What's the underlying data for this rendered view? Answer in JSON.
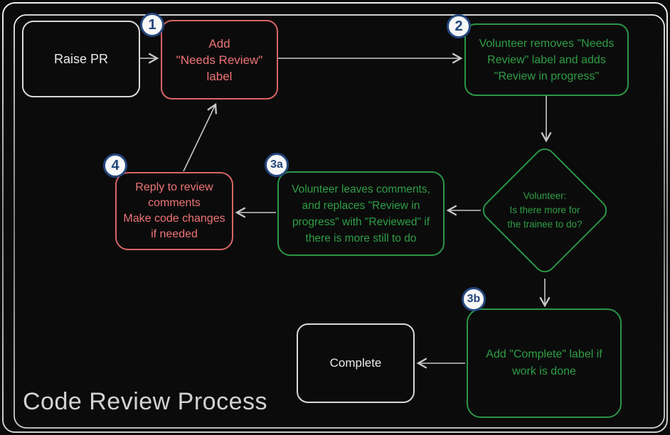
{
  "title": "Code Review Process",
  "colors": {
    "background": "#0b0b0c",
    "frame": "#b3b3b3",
    "arrow": "#c8c8c8",
    "red_border": "#d96565",
    "red_text": "#ee7474",
    "green_border": "#2b9745",
    "green_text": "#2f9e44",
    "white_border": "#d9d9d9",
    "white_text": "#ececec",
    "badge_ring": "#25477e",
    "badge_fill": "#f7f7f7"
  },
  "nodes": {
    "raise_pr": {
      "label": "Raise PR"
    },
    "step1": {
      "badge": "1",
      "label": "Add\n\"Needs Review\"\nlabel"
    },
    "step2": {
      "badge": "2",
      "label": "Volunteer removes \"Needs\nReview\" label and adds\n\"Review in progress\""
    },
    "decision": {
      "label": "Volunteer:\nIs there more for\nthe trainee to do?"
    },
    "step3a": {
      "badge": "3a",
      "label": "Volunteer leaves comments,\nand replaces \"Review in\nprogress\" with \"Reviewed\" if\nthere is more still to do"
    },
    "step3b": {
      "badge": "3b",
      "label": "Add \"Complete\" label if\nwork is done"
    },
    "step4": {
      "badge": "4",
      "label": "Reply to review\ncomments\nMake code changes\nif needed"
    },
    "complete": {
      "label": "Complete"
    }
  }
}
